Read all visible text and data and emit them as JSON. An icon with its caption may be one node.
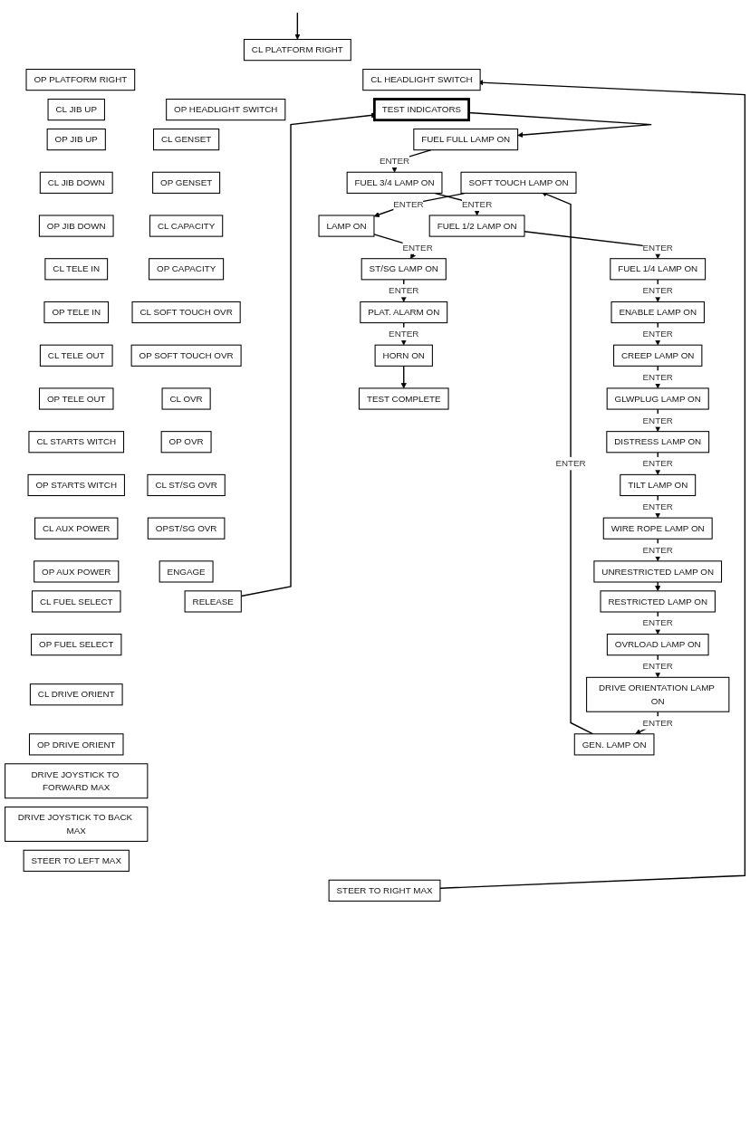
{
  "diagram": {
    "nodes": [
      {
        "text": [
          "CL PLATFORM RIGHT"
        ]
      },
      {
        "text": [
          "OP PLATFORM RIGHT"
        ]
      },
      {
        "text": [
          "CL JIB UP"
        ]
      },
      {
        "text": [
          "OP JIB UP"
        ]
      },
      {
        "text": [
          "CL JIB DOWN"
        ]
      },
      {
        "text": [
          "OP JIB DOWN"
        ]
      },
      {
        "text": [
          "CL TELE IN"
        ]
      },
      {
        "text": [
          "OP TELE IN"
        ]
      },
      {
        "text": [
          "CL TELE OUT"
        ]
      },
      {
        "text": [
          "OP TELE OUT"
        ]
      },
      {
        "text": [
          "CL STARTS WITCH"
        ]
      },
      {
        "text": [
          "OP STARTS WITCH"
        ]
      },
      {
        "text": [
          "CL AUX POWER"
        ]
      },
      {
        "text": [
          "OP AUX POWER"
        ]
      },
      {
        "text": [
          "CL FUEL SELECT"
        ]
      },
      {
        "text": [
          "OP FUEL SELECT"
        ]
      },
      {
        "text": [
          "CL DRIVE ORIENT"
        ]
      },
      {
        "text": [
          "OP DRIVE ORIENT"
        ]
      },
      {
        "text": [
          "DRIVE JOYSTICK TO FORWARD MAX"
        ]
      },
      {
        "text": [
          "DRIVE JOYSTICK TO BACK MAX"
        ]
      },
      {
        "text": [
          "STEER TO LEFT MAX"
        ]
      },
      {
        "text": [
          "STEER TO RIGHT MAX"
        ]
      },
      {
        "text": [
          "CL HEADLIGHT SWITCH"
        ]
      },
      {
        "text": [
          "OP HEADLIGHT SWITCH"
        ]
      },
      {
        "text": [
          "CL GENSET"
        ]
      },
      {
        "text": [
          "OP GENSET"
        ]
      },
      {
        "text": [
          "CL CAPACITY"
        ]
      },
      {
        "text": [
          "OP CAPACITY"
        ]
      },
      {
        "text": [
          "CL SOFT TOUCH OVR"
        ]
      },
      {
        "text": [
          "OP SOFT TOUCH OVR"
        ]
      },
      {
        "text": [
          "CL OVR"
        ]
      },
      {
        "text": [
          "OP OVR"
        ]
      },
      {
        "text": [
          "CL ST/SG OVR"
        ]
      },
      {
        "text": [
          "OPST/SG OVR"
        ]
      },
      {
        "text": [
          "ENGAGE"
        ]
      },
      {
        "text": [
          "RELEASE"
        ]
      },
      {
        "text": [
          "TEST INDICATORS"
        ]
      },
      {
        "text": [
          "FUEL FULL LAMP ON"
        ]
      },
      {
        "text": [
          "FUEL 3/4 LAMP ON"
        ]
      },
      {
        "text": [
          "FUEL 1/2 LAMP ON"
        ]
      },
      {
        "text": [
          "FUEL 1/4 LAMP ON"
        ]
      },
      {
        "text": [
          "ENABLE LAMP ON"
        ]
      },
      {
        "text": [
          "CREEP LAMP ON"
        ]
      },
      {
        "text": [
          "GLWPLUG LAMP ON"
        ]
      },
      {
        "text": [
          "DISTRESS LAMP ON"
        ]
      },
      {
        "text": [
          "TILT LAMP ON"
        ]
      },
      {
        "text": [
          "WIRE ROPE LAMP ON"
        ]
      },
      {
        "text": [
          "UNRESTRICTED LAMP ON"
        ]
      },
      {
        "text": [
          "RESTRICTED LAMP ON"
        ]
      },
      {
        "text": [
          "OVRLOAD LAMP ON"
        ]
      },
      {
        "text": [
          "DRIVE ORIENTATION LAMP ON"
        ]
      },
      {
        "text": [
          "GEN. LAMP ON"
        ]
      },
      {
        "text": [
          "SOFT TOUCH LAMP ON"
        ]
      },
      {
        "text": [
          "LAMP ON"
        ]
      },
      {
        "text": [
          "ST/SG LAMP ON"
        ]
      },
      {
        "text": [
          "PLAT. ALARM ON"
        ]
      },
      {
        "text": [
          "HORN ON"
        ]
      },
      {
        "text": [
          "TEST COMPLETE"
        ]
      }
    ],
    "edges": [
      {
        "from": null,
        "to": 0,
        "arrow": "to"
      },
      {
        "from": 21,
        "to": 22,
        "arrow": "to"
      },
      {
        "from": 35,
        "to": 36,
        "arrow": "to"
      },
      {
        "from": 36,
        "to": 37,
        "arrow": "to"
      },
      {
        "from": 37,
        "to": 38,
        "arrow": "to",
        "label": "ENTER"
      },
      {
        "from": 38,
        "to": 39,
        "arrow": "to",
        "label": "ENTER"
      },
      {
        "from": 39,
        "to": 40,
        "arrow": "to",
        "label": "ENTER"
      },
      {
        "from": 40,
        "to": 41,
        "arrow": "to",
        "label": "ENTER"
      },
      {
        "from": 41,
        "to": 42,
        "arrow": "to",
        "label": "ENTER"
      },
      {
        "from": 42,
        "to": 43,
        "arrow": "to",
        "label": "ENTER"
      },
      {
        "from": 43,
        "to": 44,
        "arrow": "to",
        "label": "ENTER"
      },
      {
        "from": 44,
        "to": 45,
        "arrow": "to",
        "label": "ENTER"
      },
      {
        "from": 45,
        "to": 46,
        "arrow": "to",
        "label": "ENTER"
      },
      {
        "from": 46,
        "to": 47,
        "arrow": "to",
        "label": "ENTER"
      },
      {
        "from": 47,
        "to": 48,
        "arrow": "to"
      },
      {
        "from": 48,
        "to": 49,
        "arrow": "to",
        "label": "ENTER"
      },
      {
        "from": 49,
        "to": 50,
        "arrow": "to",
        "label": "ENTER"
      },
      {
        "from": 50,
        "to": 51,
        "arrow": "to",
        "label": "ENTER"
      },
      {
        "from": 51,
        "to": 52,
        "arrow": "to",
        "label": "ENTER"
      },
      {
        "from": 52,
        "to": 53,
        "arrow": "to",
        "label": "ENTER"
      },
      {
        "from": 53,
        "to": 54,
        "arrow": "to",
        "label": "ENTER"
      },
      {
        "from": 54,
        "to": 55,
        "arrow": "to",
        "label": "ENTER"
      },
      {
        "from": 55,
        "to": 56,
        "arrow": "to",
        "label": "ENTER"
      },
      {
        "from": 56,
        "to": 57,
        "arrow": "to"
      }
    ]
  }
}
